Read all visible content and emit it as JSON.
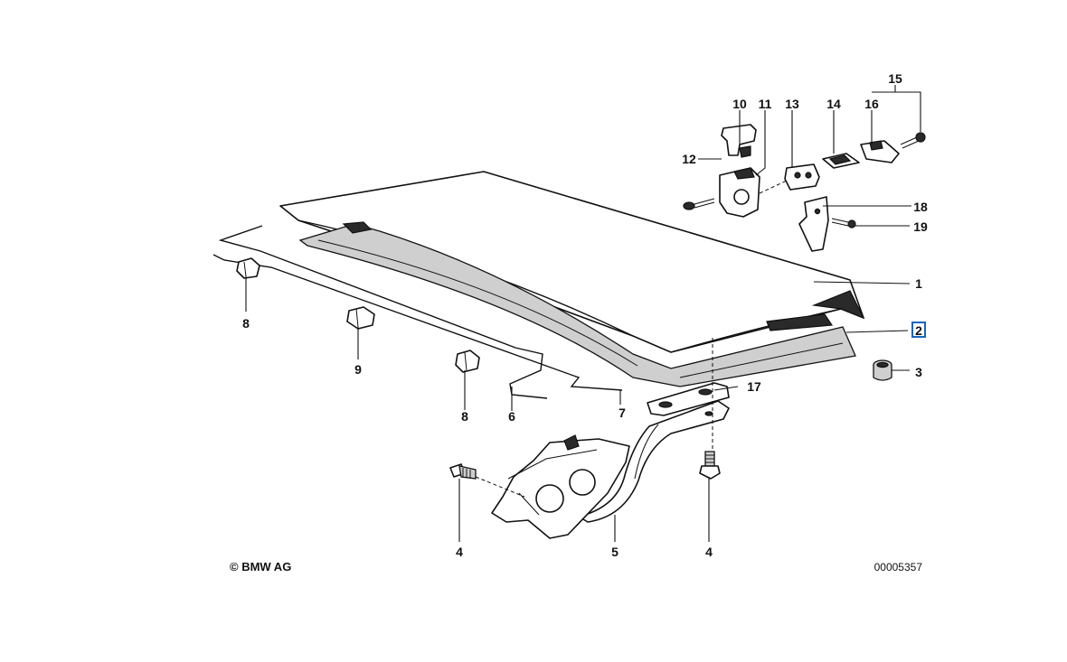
{
  "diagram": {
    "copyright": "© BMW AG",
    "reference": "00005357",
    "labels": {
      "p1": "1",
      "p2": "2",
      "p3": "3",
      "p4a": "4",
      "p4b": "4",
      "p5": "5",
      "p6": "6",
      "p7": "7",
      "p8a": "8",
      "p8b": "8",
      "p9": "9",
      "p10": "10",
      "p11": "11",
      "p12": "12",
      "p13": "13",
      "p14": "14",
      "p15": "15",
      "p16": "16",
      "p17": "17",
      "p18": "18",
      "p19": "19"
    },
    "highlight_color": "#1565c0"
  }
}
